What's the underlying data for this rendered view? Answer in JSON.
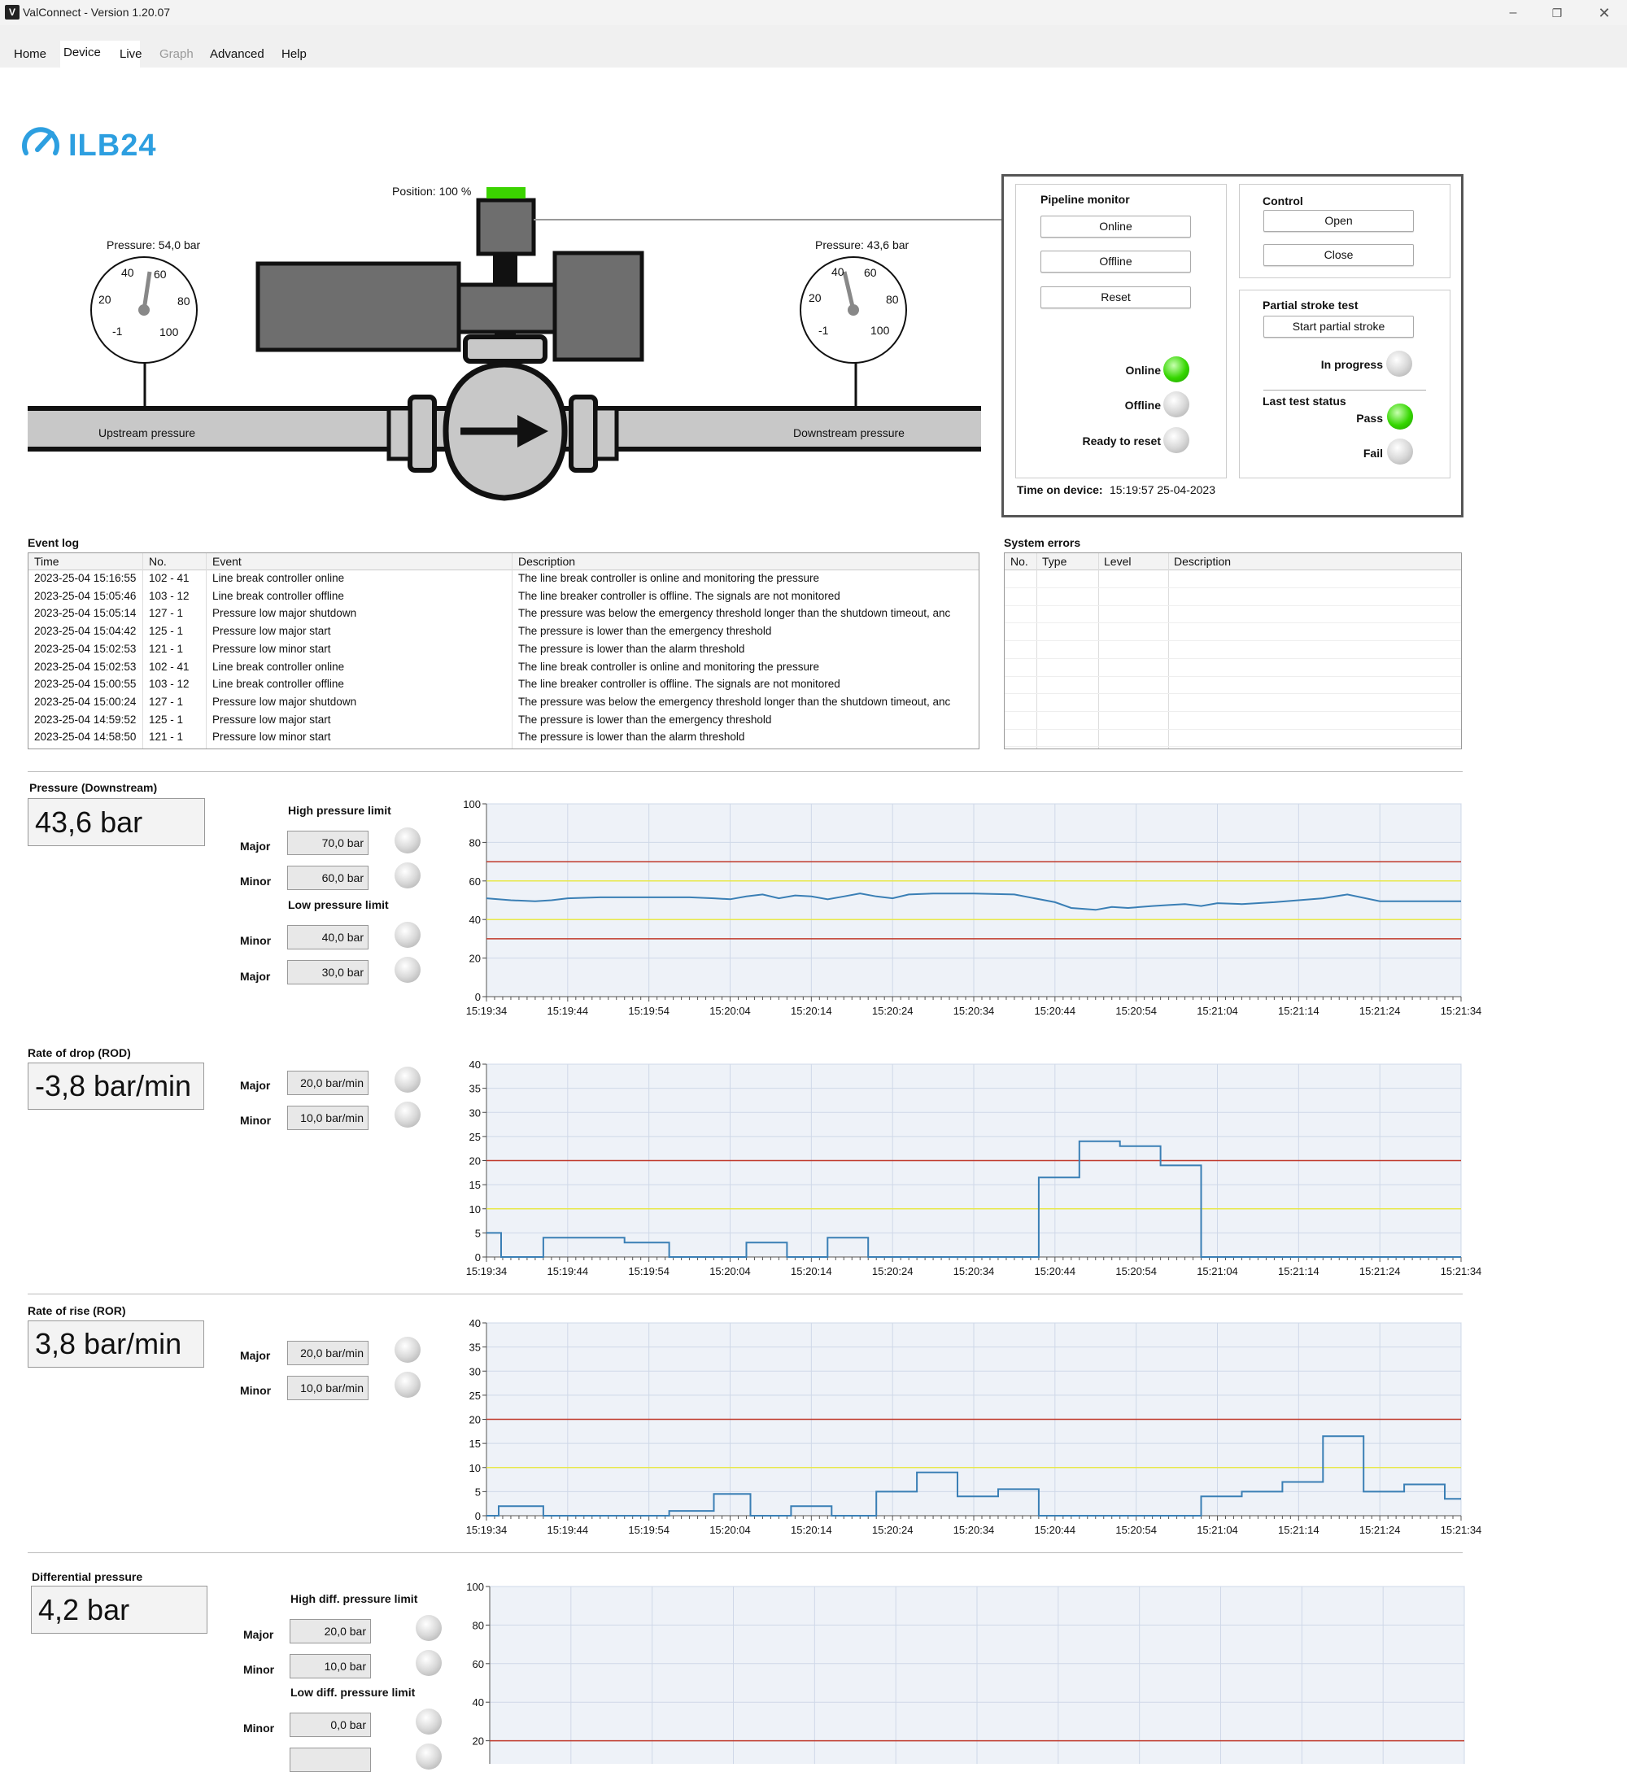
{
  "window": {
    "title": "ValConnect  - Version 1.20.07"
  },
  "menu": {
    "items": [
      "Home",
      "Device",
      "Live",
      "Graph",
      "Advanced",
      "Help"
    ],
    "active": "Device",
    "disabled": "Graph"
  },
  "logo": {
    "text": "ILB24",
    "color": "#2d9fe0"
  },
  "diagram": {
    "position_label": "Position: 100 %",
    "upstream_gauge_label": "Pressure: 54,0 bar",
    "downstream_gauge_label": "Pressure: 43,6 bar",
    "gauge_ticks": [
      "-1",
      "20",
      "40",
      "60",
      "80",
      "100"
    ],
    "upstream_label": "Upstream pressure",
    "downstream_label": "Downstream pressure"
  },
  "control_panel": {
    "pipeline_monitor": {
      "title": "Pipeline monitor",
      "buttons": [
        "Online",
        "Offline",
        "Reset"
      ],
      "indicators": [
        {
          "label": "Online",
          "state": "on"
        },
        {
          "label": "Offline",
          "state": "off"
        },
        {
          "label": "Ready to reset",
          "state": "off"
        }
      ]
    },
    "control": {
      "title": "Control",
      "buttons": [
        "Open",
        "Close"
      ]
    },
    "partial_stroke": {
      "title": "Partial stroke test",
      "button": "Start partial stroke",
      "in_progress_label": "In progress",
      "last_status_title": "Last test status",
      "pass_label": "Pass",
      "fail_label": "Fail"
    },
    "time_label": "Time on device:",
    "time_value": "15:19:57 25-04-2023"
  },
  "event_log": {
    "title": "Event log",
    "columns": [
      "Time",
      "No.",
      "Event",
      "Description"
    ],
    "rows": [
      [
        "2023-25-04 15:16:55",
        "102 - 41",
        "Line break controller online",
        "The line break controller is online and monitoring the pressure"
      ],
      [
        "2023-25-04 15:05:46",
        "103 - 12",
        "Line break controller offline",
        "The line breaker controller is offline. The signals are not monitored"
      ],
      [
        "2023-25-04 15:05:14",
        "127 - 1",
        "Pressure low major shutdown",
        "The pressure was below the emergency threshold longer than the shutdown timeout, anc"
      ],
      [
        "2023-25-04 15:04:42",
        "125 - 1",
        "Pressure low major start",
        "The pressure is lower than the emergency threshold"
      ],
      [
        "2023-25-04 15:02:53",
        "121 - 1",
        "Pressure low minor start",
        "The pressure is lower than the alarm threshold"
      ],
      [
        "2023-25-04 15:02:53",
        "102 - 41",
        "Line break controller online",
        "The line break controller is online and monitoring the pressure"
      ],
      [
        "2023-25-04 15:00:55",
        "103 - 12",
        "Line break controller offline",
        "The line breaker controller is offline. The signals are not monitored"
      ],
      [
        "2023-25-04 15:00:24",
        "127 - 1",
        "Pressure low major shutdown",
        "The pressure was below the emergency threshold longer than the shutdown timeout, anc"
      ],
      [
        "2023-25-04 14:59:52",
        "125 - 1",
        "Pressure low major start",
        "The pressure is lower than the emergency threshold"
      ],
      [
        "2023-25-04 14:58:50",
        "121 - 1",
        "Pressure low minor start",
        "The pressure is lower than the alarm threshold"
      ]
    ]
  },
  "system_errors": {
    "title": "System errors",
    "columns": [
      "No.",
      "Type",
      "Level",
      "Description"
    ]
  },
  "sections": {
    "pressure": {
      "title": "Pressure (Downstream)",
      "value": "43,6 bar",
      "high_title": "High pressure limit",
      "low_title": "Low pressure limit",
      "limits": [
        {
          "label": "Major",
          "value": "70,0 bar"
        },
        {
          "label": "Minor",
          "value": "60,0 bar"
        },
        {
          "label": "Minor",
          "value": "40,0 bar"
        },
        {
          "label": "Major",
          "value": "30,0 bar"
        }
      ]
    },
    "rod": {
      "title": "Rate of drop (ROD)",
      "value": "-3,8 bar/min",
      "limits": [
        {
          "label": "Major",
          "value": "20,0 bar/min"
        },
        {
          "label": "Minor",
          "value": "10,0 bar/min"
        }
      ]
    },
    "ror": {
      "title": "Rate of rise (ROR)",
      "value": "3,8 bar/min",
      "limits": [
        {
          "label": "Major",
          "value": "20,0 bar/min"
        },
        {
          "label": "Minor",
          "value": "10,0 bar/min"
        }
      ]
    },
    "diff": {
      "title": "Differential pressure",
      "value": "4,2 bar",
      "high_title": "High diff. pressure limit",
      "low_title": "Low diff. pressure limit",
      "limits": [
        {
          "label": "Major",
          "value": "20,0 bar"
        },
        {
          "label": "Minor",
          "value": "10,0 bar"
        },
        {
          "label": "Minor",
          "value": "0,0 bar"
        }
      ]
    }
  },
  "colors": {
    "series": "#3a7fb5",
    "major_line": "#c0392b",
    "minor_line": "#e8e84a",
    "plot_bg": "#eef2f8",
    "grid": "#cfd8e8"
  },
  "chart_data": [
    {
      "type": "line",
      "name": "pressure",
      "x_ticks": [
        "15:19:34",
        "15:19:44",
        "15:19:54",
        "15:20:04",
        "15:20:14",
        "15:20:24",
        "15:20:34",
        "15:20:44",
        "15:20:54",
        "15:21:04",
        "15:21:14",
        "15:21:24",
        "15:21:34"
      ],
      "ylim": [
        0,
        100
      ],
      "y_ticks": [
        0,
        20,
        40,
        60,
        80,
        100
      ],
      "thresholds": [
        {
          "value": 70,
          "kind": "major"
        },
        {
          "value": 60,
          "kind": "minor"
        },
        {
          "value": 40,
          "kind": "minor"
        },
        {
          "value": 30,
          "kind": "major"
        }
      ],
      "x": [
        0,
        3,
        6,
        8,
        10,
        14,
        20,
        25,
        28,
        30,
        32,
        34,
        36,
        38,
        40,
        42,
        44,
        46,
        48,
        50,
        52,
        55,
        60,
        65,
        70,
        72,
        75,
        77,
        79,
        82,
        84,
        86,
        88,
        90,
        93,
        97,
        100,
        103,
        106,
        110,
        115,
        120
      ],
      "y": [
        51,
        50,
        49.5,
        50,
        51,
        51.5,
        51.5,
        51.5,
        51,
        50.5,
        52,
        53,
        51,
        52.5,
        52,
        50.5,
        52,
        53.5,
        52,
        51,
        53,
        53.5,
        53.5,
        53,
        49,
        46,
        45,
        46.5,
        46,
        47,
        47.5,
        48,
        47,
        48.5,
        48,
        49,
        50,
        51,
        53,
        49.5,
        49.5,
        49.5
      ]
    },
    {
      "type": "line",
      "name": "rate of drop",
      "step": true,
      "x_ticks": [
        "15:19:34",
        "15:19:44",
        "15:19:54",
        "15:20:04",
        "15:20:14",
        "15:20:24",
        "15:20:34",
        "15:20:44",
        "15:20:54",
        "15:21:04",
        "15:21:14",
        "15:21:24",
        "15:21:34"
      ],
      "ylim": [
        0,
        40
      ],
      "y_ticks": [
        0,
        5,
        10,
        15,
        20,
        25,
        30,
        35,
        40
      ],
      "thresholds": [
        {
          "value": 20,
          "kind": "major"
        },
        {
          "value": 10,
          "kind": "minor"
        }
      ],
      "x": [
        0,
        1.8,
        1.8,
        7,
        7,
        17,
        17,
        22.5,
        22.5,
        32,
        32,
        37,
        37,
        42,
        42,
        47,
        47,
        68,
        68,
        73,
        73,
        78,
        78,
        83,
        83,
        88,
        88,
        120
      ],
      "y": [
        5,
        5,
        0,
        0,
        4,
        4,
        3,
        3,
        0,
        0,
        3,
        3,
        0,
        0,
        4,
        4,
        0,
        0,
        16.5,
        16.5,
        24,
        24,
        23,
        23,
        19,
        19,
        0,
        0
      ]
    },
    {
      "type": "line",
      "name": "rate of rise",
      "step": true,
      "x_ticks": [
        "15:19:34",
        "15:19:44",
        "15:19:54",
        "15:20:04",
        "15:20:14",
        "15:20:24",
        "15:20:34",
        "15:20:44",
        "15:20:54",
        "15:21:04",
        "15:21:14",
        "15:21:24",
        "15:21:34"
      ],
      "ylim": [
        0,
        40
      ],
      "y_ticks": [
        0,
        5,
        10,
        15,
        20,
        25,
        30,
        35,
        40
      ],
      "thresholds": [
        {
          "value": 20,
          "kind": "major"
        },
        {
          "value": 10,
          "kind": "minor"
        }
      ],
      "x": [
        0,
        1.5,
        1.5,
        7,
        7,
        22.5,
        22.5,
        28,
        28,
        32.5,
        32.5,
        37.5,
        37.5,
        42.5,
        42.5,
        48,
        48,
        53,
        53,
        58,
        58,
        63,
        63,
        68,
        68,
        88,
        88,
        93,
        93,
        98,
        98,
        103,
        103,
        108,
        108,
        113,
        113,
        118,
        118,
        120
      ],
      "y": [
        0,
        0,
        2,
        2,
        0,
        0,
        1,
        1,
        4.5,
        4.5,
        0,
        0,
        2,
        2,
        0,
        0,
        5,
        5,
        9,
        9,
        4,
        4,
        5.5,
        5.5,
        0,
        0,
        4,
        4,
        5,
        5,
        7,
        7,
        16.5,
        16.5,
        5,
        5,
        6.5,
        6.5,
        3.5,
        3.5
      ]
    },
    {
      "type": "line",
      "name": "differential pressure",
      "x_ticks": [],
      "ylim": [
        0,
        100
      ],
      "y_ticks": [
        20,
        40,
        60,
        80,
        100
      ],
      "thresholds": [
        {
          "value": 20,
          "kind": "major"
        }
      ],
      "x": [],
      "y": []
    }
  ]
}
